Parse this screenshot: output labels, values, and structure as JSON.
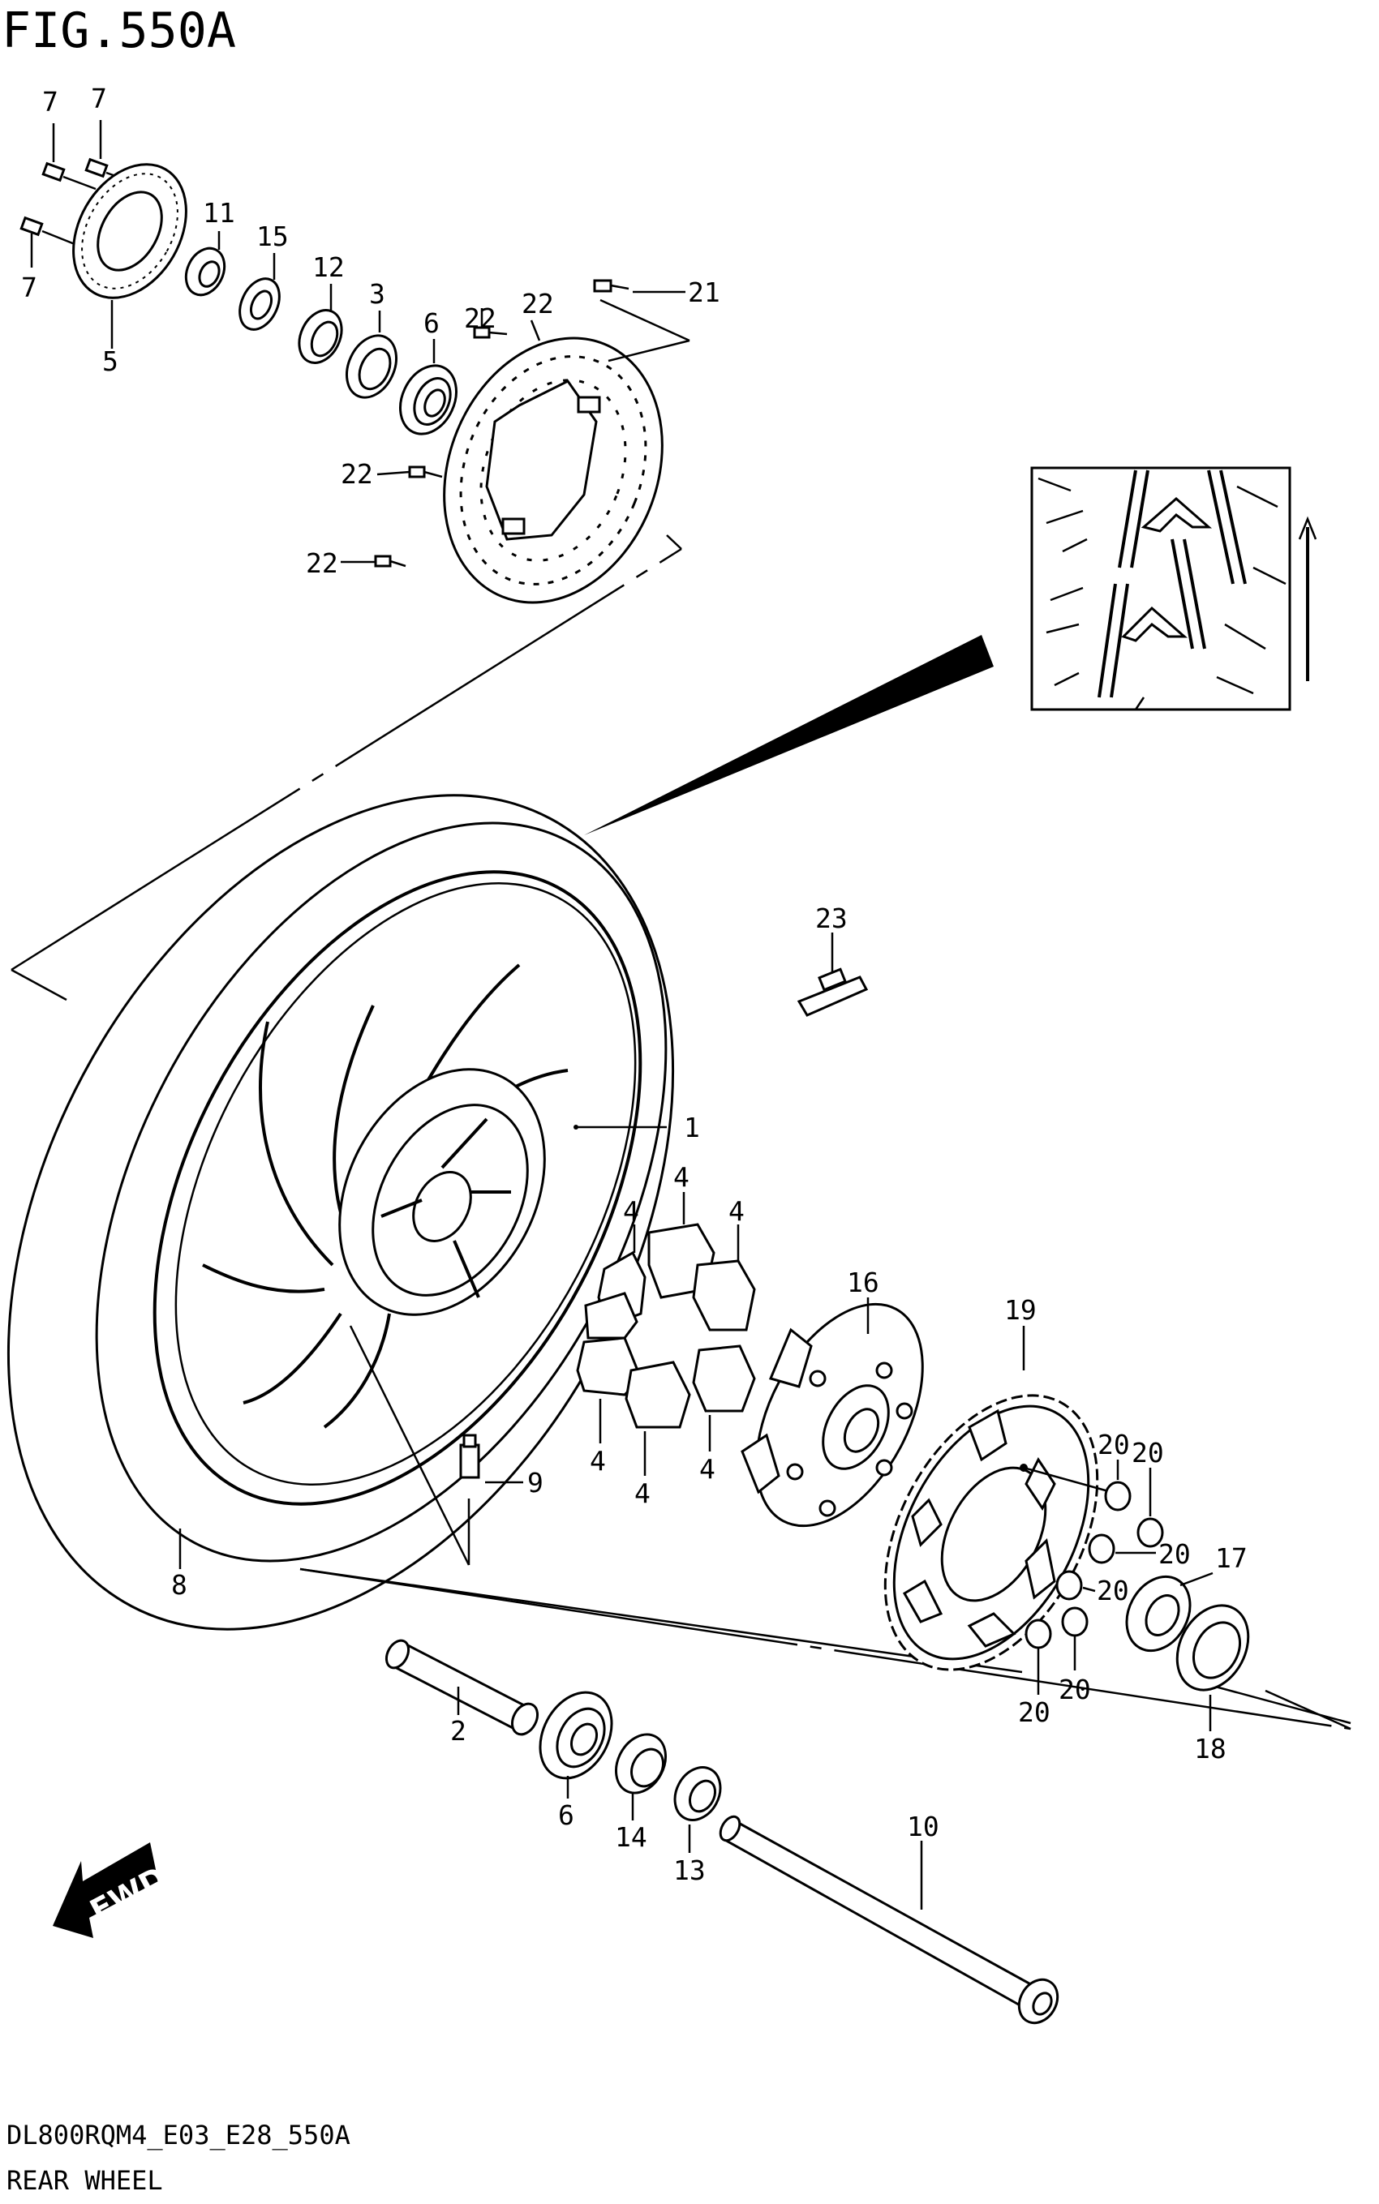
{
  "figure": {
    "title": "FIG.550A",
    "code": "DL800RQM4_E03_E28_550A",
    "name": "REAR WHEEL",
    "direction_label": "FWD"
  },
  "callouts": [
    {
      "id": "c7a",
      "text": "7"
    },
    {
      "id": "c7b",
      "text": "7"
    },
    {
      "id": "c7c",
      "text": "7"
    },
    {
      "id": "c5",
      "text": "5"
    },
    {
      "id": "c11",
      "text": "11"
    },
    {
      "id": "c15",
      "text": "15"
    },
    {
      "id": "c12",
      "text": "12"
    },
    {
      "id": "c3",
      "text": "3"
    },
    {
      "id": "c6a",
      "text": "6"
    },
    {
      "id": "c22a",
      "text": "22"
    },
    {
      "id": "c22b",
      "text": "22"
    },
    {
      "id": "c21",
      "text": "21"
    },
    {
      "id": "c22c",
      "text": "22"
    },
    {
      "id": "c22d",
      "text": "22"
    },
    {
      "id": "c23",
      "text": "23"
    },
    {
      "id": "c1",
      "text": "1"
    },
    {
      "id": "c4a",
      "text": "4"
    },
    {
      "id": "c4b",
      "text": "4"
    },
    {
      "id": "c4c",
      "text": "4"
    },
    {
      "id": "c4d",
      "text": "4"
    },
    {
      "id": "c4e",
      "text": "4"
    },
    {
      "id": "c4f",
      "text": "4"
    },
    {
      "id": "c16",
      "text": "16"
    },
    {
      "id": "c19",
      "text": "19"
    },
    {
      "id": "c20a",
      "text": "20"
    },
    {
      "id": "c20b",
      "text": "20"
    },
    {
      "id": "c20c",
      "text": "20"
    },
    {
      "id": "c20d",
      "text": "20"
    },
    {
      "id": "c20e",
      "text": "20"
    },
    {
      "id": "c20f",
      "text": "20"
    },
    {
      "id": "c17",
      "text": "17"
    },
    {
      "id": "c18",
      "text": "18"
    },
    {
      "id": "c9",
      "text": "9"
    },
    {
      "id": "c8",
      "text": "8"
    },
    {
      "id": "c2",
      "text": "2"
    },
    {
      "id": "c6b",
      "text": "6"
    },
    {
      "id": "c14",
      "text": "14"
    },
    {
      "id": "c13",
      "text": "13"
    },
    {
      "id": "c10",
      "text": "10"
    }
  ]
}
